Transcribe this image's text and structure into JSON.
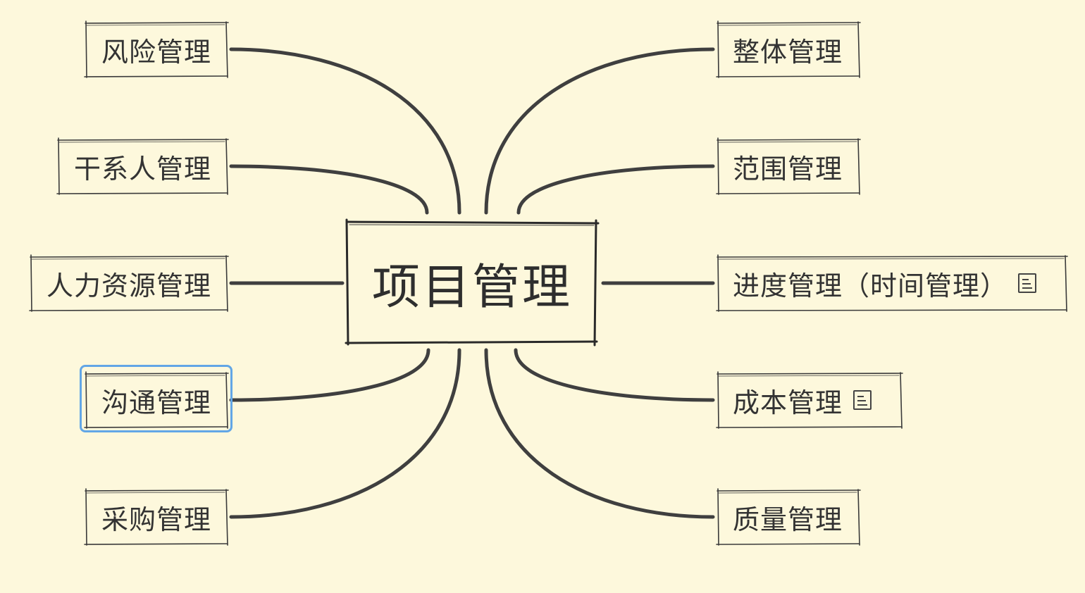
{
  "mindmap": {
    "central_topic": "项目管理",
    "left_topics": [
      {
        "label": "风险管理",
        "has_note": false,
        "selected": false
      },
      {
        "label": "干系人管理",
        "has_note": false,
        "selected": false
      },
      {
        "label": "人力资源管理",
        "has_note": false,
        "selected": false
      },
      {
        "label": "沟通管理",
        "has_note": false,
        "selected": true
      },
      {
        "label": "采购管理",
        "has_note": false,
        "selected": false
      }
    ],
    "right_topics": [
      {
        "label": "整体管理",
        "has_note": false,
        "selected": false
      },
      {
        "label": "范围管理",
        "has_note": false,
        "selected": false
      },
      {
        "label": "进度管理（时间管理）",
        "has_note": true,
        "selected": false
      },
      {
        "label": "成本管理",
        "has_note": true,
        "selected": false
      },
      {
        "label": "质量管理",
        "has_note": false,
        "selected": false
      }
    ],
    "note_icon": "note-icon"
  },
  "theme": {
    "background": "#fdf8dc",
    "line_color": "#3f3f3f",
    "selection_color": "#62a6e6",
    "text_color": "#333333"
  }
}
